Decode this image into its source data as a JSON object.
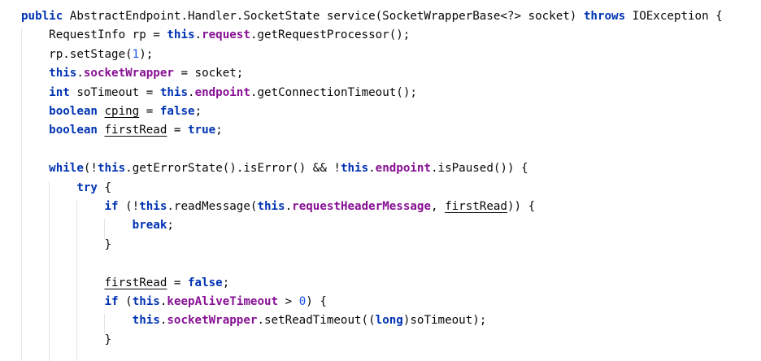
{
  "code_lines": [
    [
      {
        "t": "public",
        "c": "kw"
      },
      {
        "t": " AbstractEndpoint.Handler.SocketState service(SocketWrapperBase<?> socket) "
      },
      {
        "t": "throws",
        "c": "kw"
      },
      {
        "t": " IOException {"
      }
    ],
    [
      {
        "t": "    RequestInfo rp = "
      },
      {
        "t": "this",
        "c": "kw"
      },
      {
        "t": "."
      },
      {
        "t": "request",
        "c": "fld"
      },
      {
        "t": ".getRequestProcessor();"
      }
    ],
    [
      {
        "t": "    rp.setStage("
      },
      {
        "t": "1",
        "c": "num"
      },
      {
        "t": ");"
      }
    ],
    [
      {
        "t": "    "
      },
      {
        "t": "this",
        "c": "kw"
      },
      {
        "t": "."
      },
      {
        "t": "socketWrapper",
        "c": "fld"
      },
      {
        "t": " = socket;"
      }
    ],
    [
      {
        "t": "    "
      },
      {
        "t": "int",
        "c": "kw"
      },
      {
        "t": " soTimeout = "
      },
      {
        "t": "this",
        "c": "kw"
      },
      {
        "t": "."
      },
      {
        "t": "endpoint",
        "c": "fld"
      },
      {
        "t": ".getConnectionTimeout();"
      }
    ],
    [
      {
        "t": "    "
      },
      {
        "t": "boolean",
        "c": "kw"
      },
      {
        "t": " "
      },
      {
        "t": "cping",
        "c": "ul"
      },
      {
        "t": " = "
      },
      {
        "t": "false",
        "c": "kw"
      },
      {
        "t": ";"
      }
    ],
    [
      {
        "t": "    "
      },
      {
        "t": "boolean",
        "c": "kw"
      },
      {
        "t": " "
      },
      {
        "t": "firstRead",
        "c": "ul"
      },
      {
        "t": " = "
      },
      {
        "t": "true",
        "c": "kw"
      },
      {
        "t": ";"
      }
    ],
    [
      {
        "t": ""
      }
    ],
    [
      {
        "t": "    "
      },
      {
        "t": "while",
        "c": "kw"
      },
      {
        "t": "(!"
      },
      {
        "t": "this",
        "c": "kw"
      },
      {
        "t": ".getErrorState().isError() && !"
      },
      {
        "t": "this",
        "c": "kw"
      },
      {
        "t": "."
      },
      {
        "t": "endpoint",
        "c": "fld"
      },
      {
        "t": ".isPaused()) {"
      }
    ],
    [
      {
        "t": "        "
      },
      {
        "t": "try",
        "c": "kw"
      },
      {
        "t": " {"
      }
    ],
    [
      {
        "t": "            "
      },
      {
        "t": "if",
        "c": "kw"
      },
      {
        "t": " (!"
      },
      {
        "t": "this",
        "c": "kw"
      },
      {
        "t": ".readMessage("
      },
      {
        "t": "this",
        "c": "kw"
      },
      {
        "t": "."
      },
      {
        "t": "requestHeaderMessage",
        "c": "fld"
      },
      {
        "t": ", "
      },
      {
        "t": "firstRead",
        "c": "ul"
      },
      {
        "t": ")) {"
      }
    ],
    [
      {
        "t": "                "
      },
      {
        "t": "break",
        "c": "kw"
      },
      {
        "t": ";"
      }
    ],
    [
      {
        "t": "            }"
      }
    ],
    [
      {
        "t": ""
      }
    ],
    [
      {
        "t": "            "
      },
      {
        "t": "firstRead",
        "c": "ul"
      },
      {
        "t": " = "
      },
      {
        "t": "false",
        "c": "kw"
      },
      {
        "t": ";"
      }
    ],
    [
      {
        "t": "            "
      },
      {
        "t": "if",
        "c": "kw"
      },
      {
        "t": " ("
      },
      {
        "t": "this",
        "c": "kw"
      },
      {
        "t": "."
      },
      {
        "t": "keepAliveTimeout",
        "c": "fld"
      },
      {
        "t": " > "
      },
      {
        "t": "0",
        "c": "num"
      },
      {
        "t": ") {"
      }
    ],
    [
      {
        "t": "                "
      },
      {
        "t": "this",
        "c": "kw"
      },
      {
        "t": "."
      },
      {
        "t": "socketWrapper",
        "c": "fld"
      },
      {
        "t": ".setReadTimeout(("
      },
      {
        "t": "long",
        "c": "kw"
      },
      {
        "t": ")soTimeout);"
      }
    ],
    [
      {
        "t": "            }"
      }
    ]
  ]
}
